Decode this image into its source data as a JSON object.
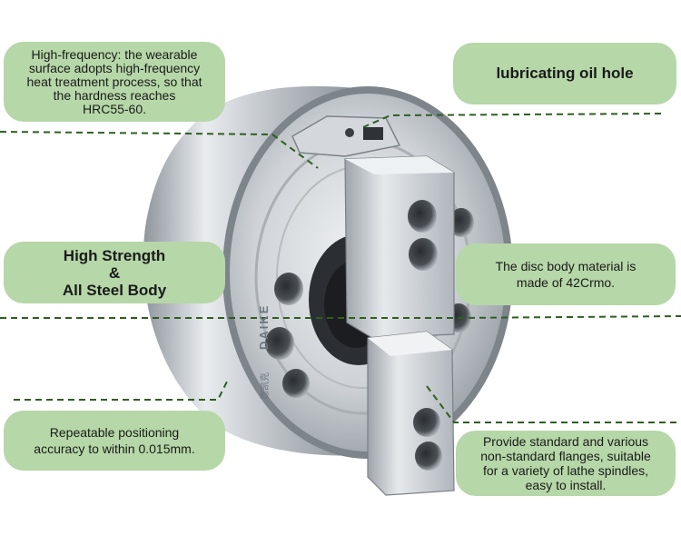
{
  "callouts": {
    "high_frequency": [
      "High-frequency: the wearable",
      "surface adopts high-frequency",
      "heat treatment process, so that",
      "the hardness reaches",
      "HRC55-60."
    ],
    "lubricating": "lubricating oil hole",
    "strength": [
      "High Strength",
      "&",
      "All Steel Body"
    ],
    "disc_body": [
      "The disc body material is",
      "made of 42Crmo."
    ],
    "positioning": [
      "Repeatable positioning",
      "accuracy to within 0.015mm."
    ],
    "flanges": [
      "Provide standard and various",
      "non-standard flanges, suitable",
      "for a variety of lathe spindles,",
      "easy to install."
    ]
  },
  "product": {
    "brand": "DAIKE",
    "brand_cn": "德凯克"
  },
  "colors": {
    "callout_fill": "#b6d7a8",
    "leader_line": "#2e5f1f",
    "steel": "#c9cdd1"
  }
}
